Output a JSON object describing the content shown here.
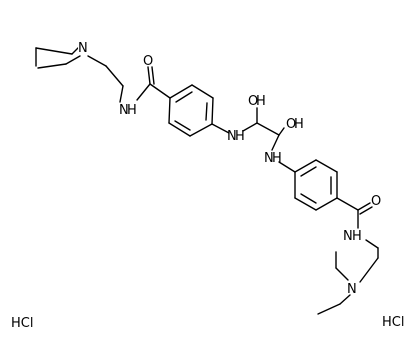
{
  "molecule": {
    "atoms": [
      {
        "label": "N"
      },
      {
        "label": "O"
      },
      {
        "label": "N",
        "h": "H"
      },
      {
        "label": "N",
        "h": "H"
      },
      {
        "label": "O",
        "h": "H"
      },
      {
        "label": "O",
        "h": "H"
      },
      {
        "label": "N",
        "h": "H"
      },
      {
        "label": "O"
      },
      {
        "label": "N",
        "h": "H"
      },
      {
        "label": "N"
      }
    ],
    "salts": [
      "HCl",
      "HCl"
    ]
  },
  "colors": {
    "bond": "#000000",
    "text": "#000000",
    "background": "#ffffff"
  }
}
